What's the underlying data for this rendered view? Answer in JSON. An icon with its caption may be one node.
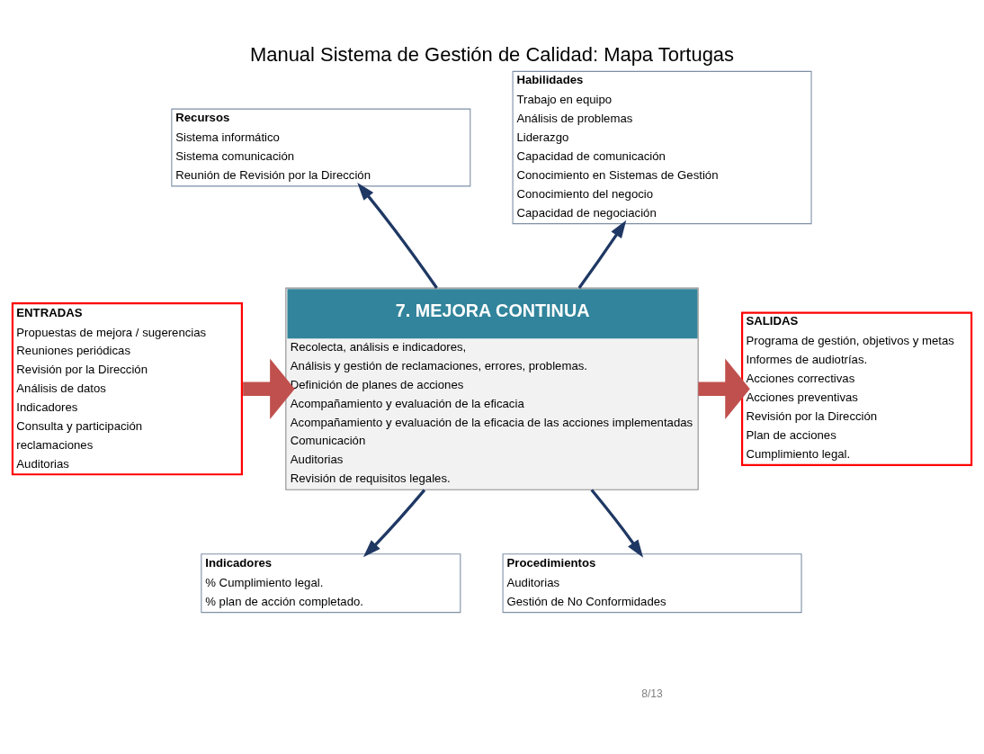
{
  "diagram": {
    "title": "Manual Sistema de Gestión de Calidad: Mapa Tortugas",
    "nodes": [
      {
        "text": [
          "Recursos",
          "Sistema informático",
          "Sistema comunicación",
          "Reunión de Revisión por la Dirección"
        ]
      },
      {
        "text": [
          "Habilidades",
          "Trabajo en equipo",
          "Análisis de problemas",
          "Liderazgo",
          "Capacidad de comunicación",
          "Conocimiento en Sistemas de Gestión",
          "Conocimiento del negocio",
          "Capacidad de negociación"
        ]
      },
      {
        "text": [
          "ENTRADAS",
          "Propuestas de mejora / sugerencias",
          "Reuniones periódicas",
          "Revisión por la Dirección",
          "Análisis de datos",
          "Indicadores",
          "Consulta y participación",
          "reclamaciones",
          "Auditorias"
        ]
      },
      {
        "text": [
          "7. MEJORA CONTINUA",
          "Recolecta, análisis e indicadores,",
          "Análisis y gestión de reclamaciones, errores, problemas.",
          "Definición de planes de acciones",
          "Acompañamiento y evaluación de la eficacia",
          "Acompañamiento y evaluación de la eficacia de las acciones implementadas",
          "Comunicación",
          "Auditorias",
          "Revisión de requisitos legales."
        ]
      },
      {
        "text": [
          "SALIDAS",
          "Programa de gestión, objetivos y metas",
          "Informes de audiotrías.",
          "Acciones correctivas",
          "Acciones preventivas",
          "Revisión por la Dirección",
          "Plan de acciones",
          "Cumplimiento legal."
        ]
      },
      {
        "text": [
          "Indicadores",
          "% Cumplimiento legal.",
          "% plan de acción completado."
        ]
      },
      {
        "text": [
          "Procedimientos",
          "Auditorias",
          "Gestión de No Conformidades"
        ]
      }
    ],
    "edges": [
      {
        "from": 2,
        "to": 3,
        "arrow": "to",
        "style": "thick",
        "color": "#c0504d"
      },
      {
        "from": 3,
        "to": 4,
        "arrow": "to",
        "style": "thick",
        "color": "#c0504d"
      },
      {
        "from": 3,
        "to": 0,
        "arrow": "to"
      },
      {
        "from": 3,
        "to": 1,
        "arrow": "to"
      },
      {
        "from": 3,
        "to": 5,
        "arrow": "to"
      },
      {
        "from": 3,
        "to": 6,
        "arrow": "to"
      }
    ],
    "labels": [
      "8/13"
    ]
  }
}
